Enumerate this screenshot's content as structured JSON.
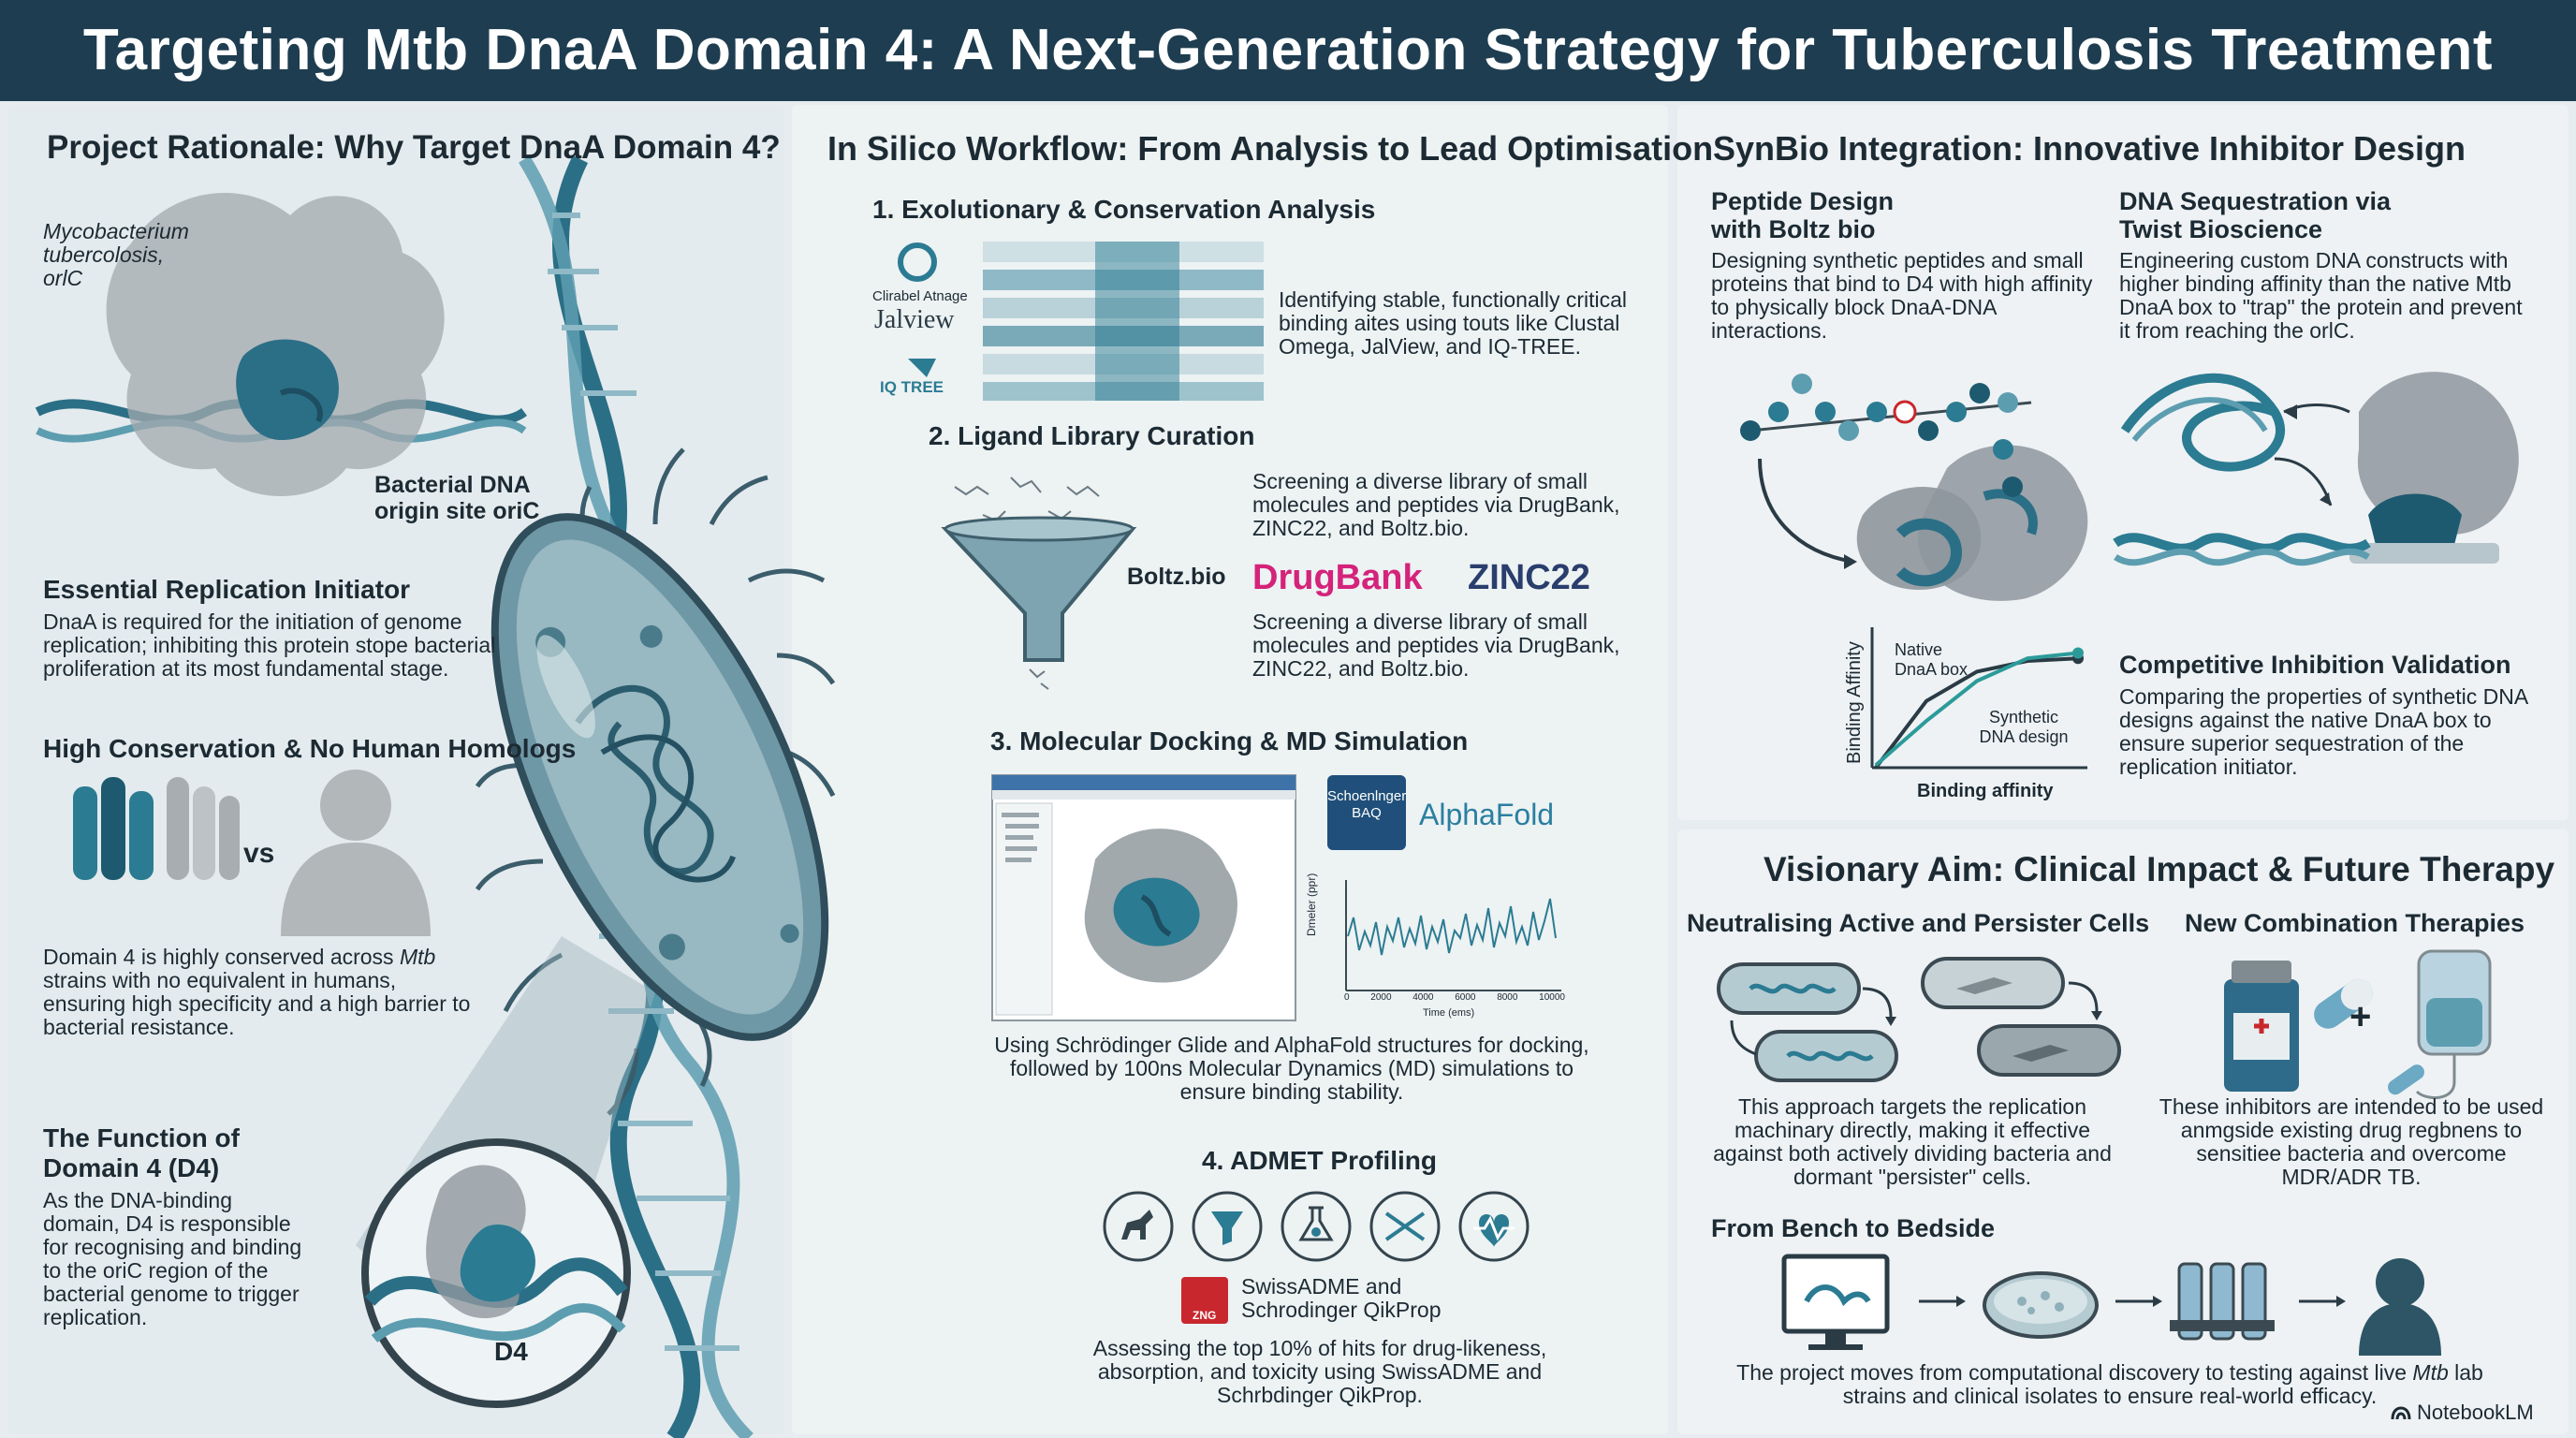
{
  "title": "Targeting Mtb DnaA Domain 4: A Next-Generation Strategy for Tuberculosis Treatment",
  "rationale": {
    "heading": "Project Rationale: Why Target DnaA Domain 4?",
    "species_label": "Mycobacterium tubercolosis, orlC",
    "dna_label": "Bacterial DNA origin site oriC",
    "replication": {
      "title": "Essential Replication Initiator",
      "text": "DnaA is required for the initiation of genome replication; inhibiting this protein stope bacterial proliferation at its most fundamental stage."
    },
    "conservation": {
      "title": "High Conservation & No Human Homologs",
      "vs_label": "vs",
      "text_a": "Domain 4 is highly conserved across ",
      "text_em": "Mtb",
      "text_b": " strains with no equivalent in humans, ensuring high specificity and a high barrier to bacterial resistance."
    },
    "function": {
      "title": "The Function of Domain 4 (D4)",
      "text": "As the DNA-binding domain, D4 is responsible for recognising and binding to the oriC region of the bacterial genome to trigger replication.",
      "zoom_label": "D4"
    }
  },
  "workflow": {
    "heading": "In Silico Workflow: From Analysis to Lead Optimisation",
    "step1": {
      "title": "1. Exolutionary & Conservation Analysis",
      "tool1": "Clirabel Atnage",
      "tool2": "Jalview",
      "tool3": "IQ TREE",
      "text": "Identifying stable, functionally critical binding aites using touts like Clustal Omega, JalView, and IQ-TREE."
    },
    "step2": {
      "title": "2. Ligand Library Curation",
      "text1": "Screening a diverse library of small molecules and peptides via DrugBank, ZINC22, and Boltz.bio.",
      "funnel_label": "Boltz.bio",
      "logo_drugbank": "DrugBank",
      "logo_zinc": "ZINC22",
      "text2": "Screening a diverse library of small molecules and peptides via DrugBank, ZINC22, and Boltz.bio."
    },
    "step3": {
      "title": "3. Molecular Docking & MD Simulation",
      "schrodinger_logo": "Schoenlnger BAQ",
      "alphafold_logo": "AlphaFold",
      "plot_ylabel": "Dmeler (ppr)",
      "plot_xlabel": "Time (ems)",
      "plot_xticks": [
        "0",
        "2000",
        "4000",
        "6000",
        "8000",
        "10000"
      ],
      "text": "Using Schrödinger Glide and AlphaFold structures for docking, followed by 100ns Molecular Dynamics (MD) simulations to ensure binding stability."
    },
    "step4": {
      "title": "4. ADMET Profiling",
      "icons": [
        "dog-icon",
        "funnel-icon",
        "flask-icon",
        "scissors-icon",
        "heartbeat-icon"
      ],
      "swiss_logo_text": "ZNG",
      "tools_text": "SwissADME and Schrodinger QikProp",
      "text": "Assessing the top 10% of hits for drug-likeness, absorption, and toxicity using SwissADME and Schrbdinger QikProp."
    }
  },
  "synbio": {
    "heading": "SynBio Integration: Innovative Inhibitor Design",
    "peptide": {
      "title": "Peptide Design with Boltz bio",
      "text": "Designing synthetic peptides and small proteins that bind to D4 with high affinity to physically block DnaA-DNA interactions."
    },
    "sequestration": {
      "title": "DNA Sequestration via Twist Bioscience",
      "text": "Engineering custom DNA constructs with higher binding affinity than the native Mtb DnaA box to \"trap\" the protein and prevent it from reaching the orlC."
    },
    "chart_data": {
      "type": "line",
      "title": "",
      "xlabel": "Binding affinity",
      "ylabel": "Binding Affinity",
      "series": [
        {
          "name": "Native DnaA box",
          "x": [
            0,
            0.25,
            0.5,
            0.75,
            1.0
          ],
          "values": [
            0,
            0.5,
            0.72,
            0.8,
            0.82
          ]
        },
        {
          "name": "Synthetic DNA design",
          "x": [
            0,
            0.25,
            0.5,
            0.75,
            1.0
          ],
          "values": [
            0.02,
            0.35,
            0.65,
            0.82,
            0.86
          ]
        }
      ],
      "grid": false,
      "legend": "none"
    },
    "competitive": {
      "title": "Competitive Inhibition Validation",
      "text": "Comparing the properties of synthetic DNA designs against the native DnaA box to ensure superior sequestration of the replication initiator."
    }
  },
  "vision": {
    "heading": "Visionary Aim: Clinical Impact & Future Therapy",
    "active": {
      "title": "Neutralising Active and Persister Cells",
      "text": "This approach targets the replication machinary directly, making it effective against both actively dividing bacteria and dormant \"persister\" cells."
    },
    "combo": {
      "title": "New Combination Therapies",
      "plus": "+",
      "text": "These inhibitors are intended to be used anmgside existing drug regbnens to sensitiee bacteria and overcome MDR/ADR TB."
    },
    "bench": {
      "title": "From Bench to Bedside",
      "text_a": "The project moves from computational discovery to testing against live ",
      "text_em": "Mtb",
      "text_b": " lab strains and clinical isolates to ensure real-world efficacy."
    }
  },
  "brand": "NotebookLM",
  "colors": {
    "banner": "#1e3d50",
    "teal": "#2b7b92",
    "dark_teal": "#1d5a70",
    "grey_protein": "#8e979d",
    "drugbank": "#d4237a",
    "zinc": "#2a3e6d",
    "schrodinger": "#1f4f7a",
    "alphafold": "#2a7fa0"
  }
}
